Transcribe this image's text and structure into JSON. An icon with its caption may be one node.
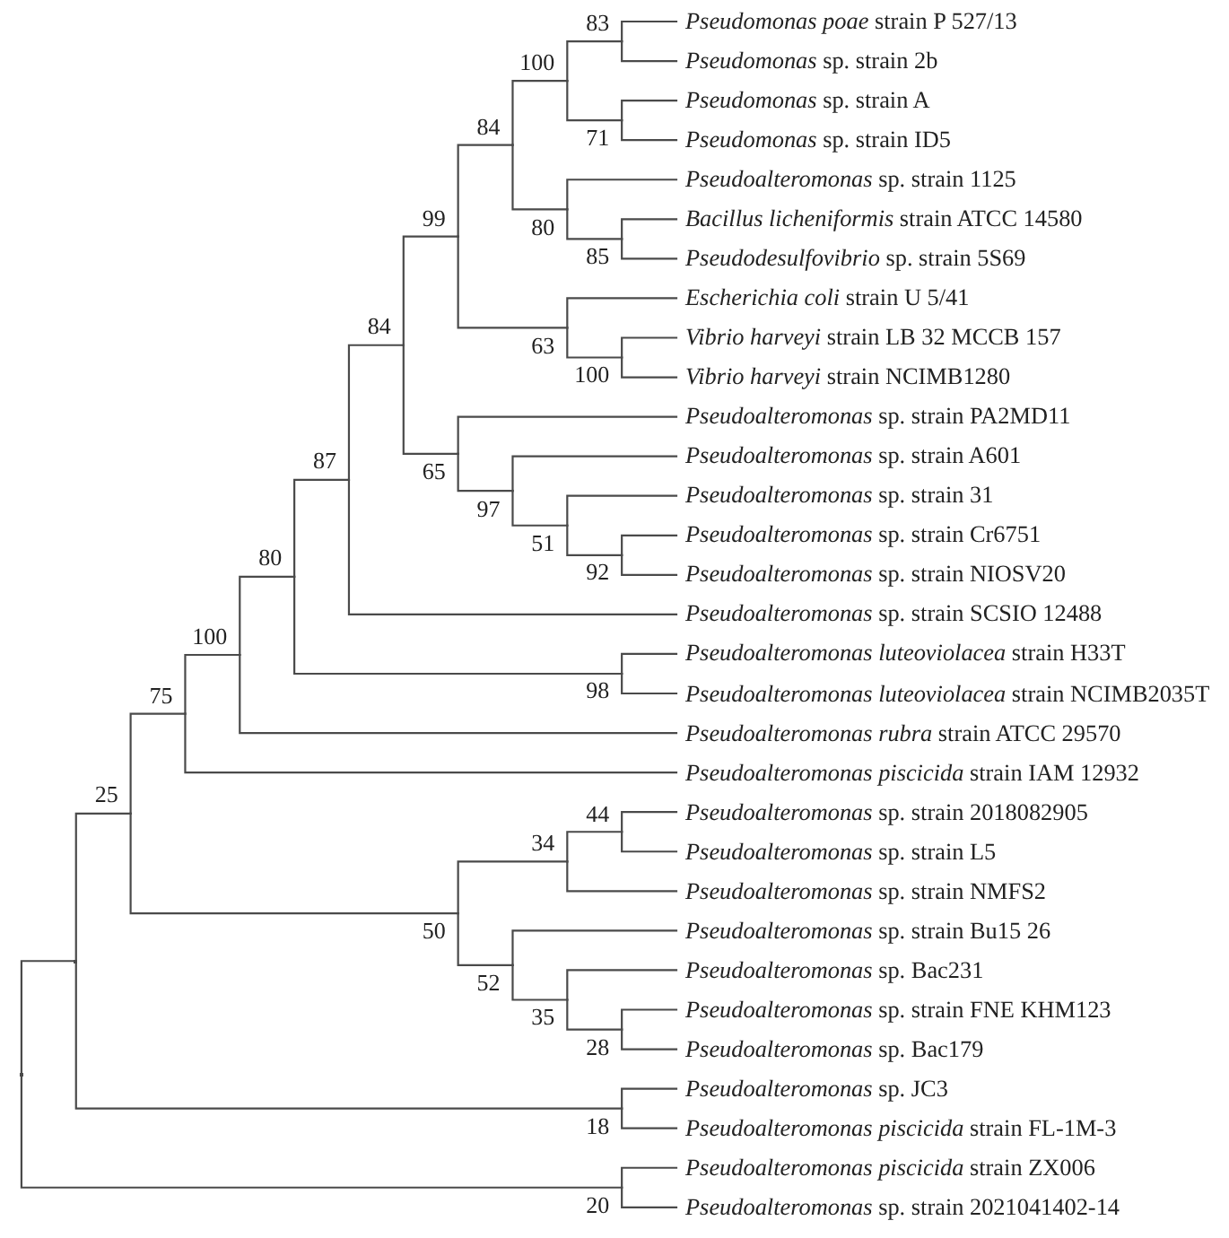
{
  "diagram": {
    "nodes": [
      {
        "text": [
          "*Pseudomonas poae* strain P 527/13"
        ]
      },
      {
        "text": [
          "*Pseudomonas* sp. strain 2b"
        ]
      },
      {
        "text": [
          "*Pseudomonas* sp. strain A"
        ]
      },
      {
        "text": [
          "*Pseudomonas* sp. strain ID5"
        ]
      },
      {
        "text": [
          "*Pseudoalteromonas* sp. strain 1125"
        ]
      },
      {
        "text": [
          "*Bacillus licheniformis* strain ATCC 14580"
        ]
      },
      {
        "text": [
          "*Pseudodesulfovibrio* sp. strain 5S69"
        ]
      },
      {
        "text": [
          "*Escherichia coli* strain U 5/41"
        ]
      },
      {
        "text": [
          "*Vibrio harveyi* strain LB 32 MCCB 157"
        ]
      },
      {
        "text": [
          "*Vibrio harveyi* strain NCIMB1280"
        ]
      },
      {
        "text": [
          "*Pseudoalteromonas* sp. strain PA2MD11"
        ]
      },
      {
        "text": [
          "*Pseudoalteromonas* sp. strain A601"
        ]
      },
      {
        "text": [
          "*Pseudoalteromonas* sp. strain 31"
        ]
      },
      {
        "text": [
          "*Pseudoalteromonas* sp. strain Cr6751"
        ]
      },
      {
        "text": [
          "*Pseudoalteromonas* sp. strain NIOSV20"
        ]
      },
      {
        "text": [
          "*Pseudoalteromonas* sp. strain SCSIO 12488"
        ]
      },
      {
        "text": [
          "*Pseudoalteromonas luteoviolacea* strain H33T"
        ]
      },
      {
        "text": [
          "*Pseudoalteromonas luteoviolacea* strain NCIMB2035T"
        ]
      },
      {
        "text": [
          "*Pseudoalteromonas rubra* strain ATCC 29570"
        ]
      },
      {
        "text": [
          "*Pseudoalteromonas piscicida* strain IAM 12932"
        ]
      },
      {
        "text": [
          "*Pseudoalteromonas* sp. strain 2018082905"
        ]
      },
      {
        "text": [
          "*Pseudoalteromonas* sp. strain L5"
        ]
      },
      {
        "text": [
          "*Pseudoalteromonas* sp. strain NMFS2"
        ]
      },
      {
        "text": [
          "*Pseudoalteromonas* sp. strain Bu15 26"
        ]
      },
      {
        "text": [
          "*Pseudoalteromonas* sp. Bac231"
        ]
      },
      {
        "text": [
          "*Pseudoalteromonas* sp. strain FNE KHM123"
        ]
      },
      {
        "text": [
          "*Pseudoalteromonas* sp. Bac179"
        ]
      },
      {
        "text": [
          "*Pseudoalteromonas* sp. JC3"
        ]
      },
      {
        "text": [
          "*Pseudoalteromonas piscicida* strain FL-1M-3"
        ]
      },
      {
        "text": [
          "*Pseudoalteromonas piscicida* strain ZX006"
        ]
      },
      {
        "text": [
          "*Pseudoalteromonas* sp. strain 2021041402-14"
        ]
      },
      {
        "text": [],
        "shape": "point"
      },
      {
        "text": [],
        "shape": "point"
      },
      {
        "text": [
          "25"
        ]
      },
      {
        "text": [
          "75"
        ]
      },
      {
        "text": [
          "100"
        ]
      },
      {
        "text": [
          "80"
        ]
      },
      {
        "text": [
          "87"
        ]
      },
      {
        "text": [
          "84"
        ]
      },
      {
        "text": [
          "99"
        ]
      },
      {
        "text": [
          "84"
        ]
      },
      {
        "text": [
          "100"
        ]
      },
      {
        "text": [
          "83"
        ]
      },
      {
        "text": [
          "71"
        ]
      },
      {
        "text": [
          "80"
        ]
      },
      {
        "text": [
          "85"
        ]
      },
      {
        "text": [
          "63"
        ]
      },
      {
        "text": [
          "100"
        ]
      },
      {
        "text": [
          "65"
        ]
      },
      {
        "text": [
          "97"
        ]
      },
      {
        "text": [
          "51"
        ]
      },
      {
        "text": [
          "92"
        ]
      },
      {
        "text": [
          "98"
        ]
      },
      {
        "text": [
          "50"
        ]
      },
      {
        "text": [
          "34"
        ]
      },
      {
        "text": [
          "44"
        ]
      },
      {
        "text": [
          "52"
        ]
      },
      {
        "text": [
          "35"
        ]
      },
      {
        "text": [
          "28"
        ]
      },
      {
        "text": [
          "18"
        ]
      },
      {
        "text": [
          "20"
        ]
      }
    ],
    "edges": [
      {
        "from": 31,
        "to": 32,
        "arrow": "none"
      },
      {
        "from": 31,
        "to": 60,
        "arrow": "none"
      },
      {
        "from": 32,
        "to": 33,
        "arrow": "none"
      },
      {
        "from": 32,
        "to": 59,
        "arrow": "none"
      },
      {
        "from": 33,
        "to": 34,
        "arrow": "none"
      },
      {
        "from": 33,
        "to": 53,
        "arrow": "none"
      },
      {
        "from": 34,
        "to": 35,
        "arrow": "none"
      },
      {
        "from": 34,
        "to": 19,
        "arrow": "none"
      },
      {
        "from": 35,
        "to": 36,
        "arrow": "none"
      },
      {
        "from": 35,
        "to": 18,
        "arrow": "none"
      },
      {
        "from": 36,
        "to": 37,
        "arrow": "none"
      },
      {
        "from": 36,
        "to": 52,
        "arrow": "none"
      },
      {
        "from": 37,
        "to": 38,
        "arrow": "none"
      },
      {
        "from": 37,
        "to": 15,
        "arrow": "none"
      },
      {
        "from": 38,
        "to": 39,
        "arrow": "none"
      },
      {
        "from": 38,
        "to": 48,
        "arrow": "none"
      },
      {
        "from": 39,
        "to": 40,
        "arrow": "none"
      },
      {
        "from": 39,
        "to": 46,
        "arrow": "none"
      },
      {
        "from": 40,
        "to": 41,
        "arrow": "none"
      },
      {
        "from": 40,
        "to": 44,
        "arrow": "none"
      },
      {
        "from": 41,
        "to": 42,
        "arrow": "none"
      },
      {
        "from": 41,
        "to": 43,
        "arrow": "none"
      },
      {
        "from": 42,
        "to": 0,
        "arrow": "none"
      },
      {
        "from": 42,
        "to": 1,
        "arrow": "none"
      },
      {
        "from": 43,
        "to": 2,
        "arrow": "none"
      },
      {
        "from": 43,
        "to": 3,
        "arrow": "none"
      },
      {
        "from": 44,
        "to": 4,
        "arrow": "none"
      },
      {
        "from": 44,
        "to": 45,
        "arrow": "none"
      },
      {
        "from": 45,
        "to": 5,
        "arrow": "none"
      },
      {
        "from": 45,
        "to": 6,
        "arrow": "none"
      },
      {
        "from": 46,
        "to": 7,
        "arrow": "none"
      },
      {
        "from": 46,
        "to": 47,
        "arrow": "none"
      },
      {
        "from": 47,
        "to": 8,
        "arrow": "none"
      },
      {
        "from": 47,
        "to": 9,
        "arrow": "none"
      },
      {
        "from": 48,
        "to": 10,
        "arrow": "none"
      },
      {
        "from": 48,
        "to": 49,
        "arrow": "none"
      },
      {
        "from": 49,
        "to": 11,
        "arrow": "none"
      },
      {
        "from": 49,
        "to": 50,
        "arrow": "none"
      },
      {
        "from": 50,
        "to": 12,
        "arrow": "none"
      },
      {
        "from": 50,
        "to": 51,
        "arrow": "none"
      },
      {
        "from": 51,
        "to": 13,
        "arrow": "none"
      },
      {
        "from": 51,
        "to": 14,
        "arrow": "none"
      },
      {
        "from": 52,
        "to": 16,
        "arrow": "none"
      },
      {
        "from": 52,
        "to": 17,
        "arrow": "none"
      },
      {
        "from": 53,
        "to": 54,
        "arrow": "none"
      },
      {
        "from": 53,
        "to": 56,
        "arrow": "none"
      },
      {
        "from": 54,
        "to": 55,
        "arrow": "none"
      },
      {
        "from": 54,
        "to": 22,
        "arrow": "none"
      },
      {
        "from": 55,
        "to": 20,
        "arrow": "none"
      },
      {
        "from": 55,
        "to": 21,
        "arrow": "none"
      },
      {
        "from": 56,
        "to": 23,
        "arrow": "none"
      },
      {
        "from": 56,
        "to": 57,
        "arrow": "none"
      },
      {
        "from": 57,
        "to": 24,
        "arrow": "none"
      },
      {
        "from": 57,
        "to": 58,
        "arrow": "none"
      },
      {
        "from": 58,
        "to": 25,
        "arrow": "none"
      },
      {
        "from": 58,
        "to": 26,
        "arrow": "none"
      },
      {
        "from": 59,
        "to": 27,
        "arrow": "none"
      },
      {
        "from": 59,
        "to": 28,
        "arrow": "none"
      },
      {
        "from": 60,
        "to": 29,
        "arrow": "none"
      },
      {
        "from": 60,
        "to": 30,
        "arrow": "none"
      }
    ]
  }
}
